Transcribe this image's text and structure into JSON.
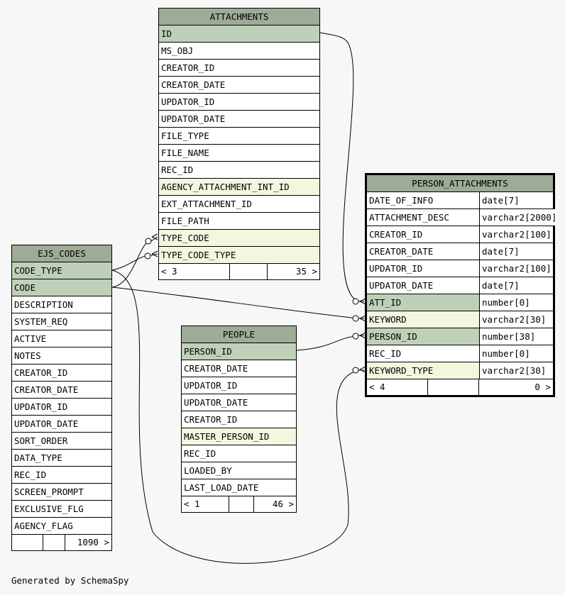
{
  "tables": [
    {
      "id": "attachments",
      "name": "ATTACHMENTS",
      "columns": [
        {
          "name": "ID",
          "kind": "pk"
        },
        {
          "name": "MS_OBJ",
          "kind": "plain"
        },
        {
          "name": "CREATOR_ID",
          "kind": "plain"
        },
        {
          "name": "CREATOR_DATE",
          "kind": "plain"
        },
        {
          "name": "UPDATOR_ID",
          "kind": "plain"
        },
        {
          "name": "UPDATOR_DATE",
          "kind": "plain"
        },
        {
          "name": "FILE_TYPE",
          "kind": "plain"
        },
        {
          "name": "FILE_NAME",
          "kind": "plain"
        },
        {
          "name": "REC_ID",
          "kind": "plain"
        },
        {
          "name": "AGENCY_ATTACHMENT_INT_ID",
          "kind": "fk"
        },
        {
          "name": "EXT_ATTACHMENT_ID",
          "kind": "plain"
        },
        {
          "name": "FILE_PATH",
          "kind": "plain"
        },
        {
          "name": "TYPE_CODE",
          "kind": "fk"
        },
        {
          "name": "TYPE_CODE_TYPE",
          "kind": "fk"
        }
      ],
      "footer": [
        "< 3",
        "",
        "35 >"
      ]
    },
    {
      "id": "person_attachments",
      "name": "PERSON_ATTACHMENTS",
      "columns": [
        {
          "name": "DATE_OF_INFO",
          "type": "date[7]",
          "kind": "plain"
        },
        {
          "name": "ATTACHMENT_DESC",
          "type": "varchar2[2000]",
          "kind": "plain"
        },
        {
          "name": "CREATOR_ID",
          "type": "varchar2[100]",
          "kind": "plain"
        },
        {
          "name": "CREATOR_DATE",
          "type": "date[7]",
          "kind": "plain"
        },
        {
          "name": "UPDATOR_ID",
          "type": "varchar2[100]",
          "kind": "plain"
        },
        {
          "name": "UPDATOR_DATE",
          "type": "date[7]",
          "kind": "plain"
        },
        {
          "name": "ATT_ID",
          "type": "number[0]",
          "kind": "pk"
        },
        {
          "name": "KEYWORD",
          "type": "varchar2[30]",
          "kind": "fk"
        },
        {
          "name": "PERSON_ID",
          "type": "number[38]",
          "kind": "pk"
        },
        {
          "name": "REC_ID",
          "type": "number[0]",
          "kind": "plain"
        },
        {
          "name": "KEYWORD_TYPE",
          "type": "varchar2[30]",
          "kind": "fk"
        }
      ],
      "footer": [
        "< 4",
        "",
        "0 >"
      ]
    },
    {
      "id": "ejs_codes",
      "name": "EJS_CODES",
      "columns": [
        {
          "name": "CODE_TYPE",
          "kind": "pk"
        },
        {
          "name": "CODE",
          "kind": "pk"
        },
        {
          "name": "DESCRIPTION",
          "kind": "plain"
        },
        {
          "name": "SYSTEM_REQ",
          "kind": "plain"
        },
        {
          "name": "ACTIVE",
          "kind": "plain"
        },
        {
          "name": "NOTES",
          "kind": "plain"
        },
        {
          "name": "CREATOR_ID",
          "kind": "plain"
        },
        {
          "name": "CREATOR_DATE",
          "kind": "plain"
        },
        {
          "name": "UPDATOR_ID",
          "kind": "plain"
        },
        {
          "name": "UPDATOR_DATE",
          "kind": "plain"
        },
        {
          "name": "SORT_ORDER",
          "kind": "plain"
        },
        {
          "name": "DATA_TYPE",
          "kind": "plain"
        },
        {
          "name": "REC_ID",
          "kind": "plain"
        },
        {
          "name": "SCREEN_PROMPT",
          "kind": "plain"
        },
        {
          "name": "EXCLUSIVE_FLG",
          "kind": "plain"
        },
        {
          "name": "AGENCY_FLAG",
          "kind": "plain"
        }
      ],
      "footer": [
        "",
        "",
        "1090 >"
      ]
    },
    {
      "id": "people",
      "name": "PEOPLE",
      "columns": [
        {
          "name": "PERSON_ID",
          "kind": "pk"
        },
        {
          "name": "CREATOR_DATE",
          "kind": "plain"
        },
        {
          "name": "UPDATOR_ID",
          "kind": "plain"
        },
        {
          "name": "UPDATOR_DATE",
          "kind": "plain"
        },
        {
          "name": "CREATOR_ID",
          "kind": "plain"
        },
        {
          "name": "MASTER_PERSON_ID",
          "kind": "fk"
        },
        {
          "name": "REC_ID",
          "kind": "plain"
        },
        {
          "name": "LOADED_BY",
          "kind": "plain"
        },
        {
          "name": "LAST_LOAD_DATE",
          "kind": "plain"
        }
      ],
      "footer": [
        "< 1",
        "",
        "46 >"
      ]
    }
  ],
  "generated_by": "Generated by SchemaSpy",
  "colors": {
    "header": "#9eab96",
    "primary_key": "#bed1b8",
    "foreign_key": "#f4f7df",
    "background": "#f7f7f7"
  }
}
